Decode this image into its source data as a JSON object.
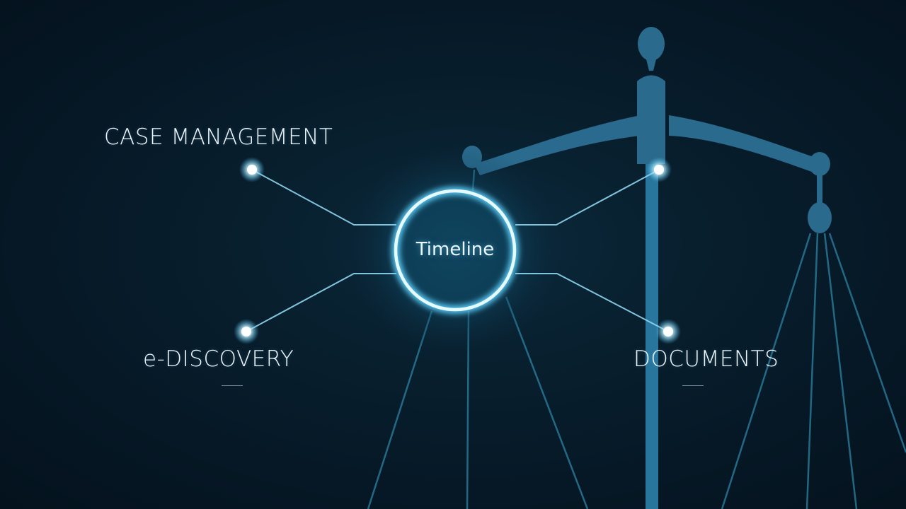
{
  "diagram": {
    "center_node": {
      "label": "Timeline"
    },
    "nodes": [
      {
        "id": "case-management",
        "label": "CASE MANAGEMENT",
        "position": "top-left"
      },
      {
        "id": "e-discovery",
        "label": "e-DISCOVERY",
        "position": "bottom-left"
      },
      {
        "id": "documents",
        "label": "DOCUMENTS",
        "position": "bottom-right"
      },
      {
        "id": "unlabeled-top-right",
        "label": "",
        "position": "top-right"
      }
    ],
    "background_graphic": "scales-of-justice"
  },
  "colors": {
    "background": "#061826",
    "glow": "#5fd3ff",
    "ring": "#dff7ff",
    "scale": "#2f7fa8",
    "text": "#eef6fb"
  }
}
